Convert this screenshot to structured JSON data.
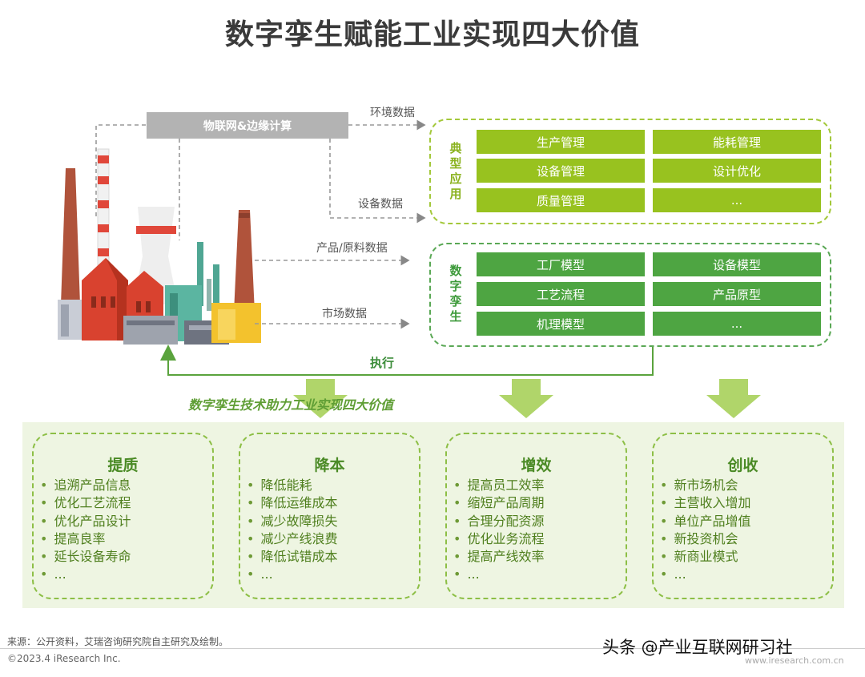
{
  "title": "数字孪生赋能工业实现四大价值",
  "iot_bar": "物联网&边缘计算",
  "flows": {
    "env_data": "环境数据",
    "device_data": "设备数据",
    "product_data": "产品/原料数据",
    "market_data": "市场数据",
    "execute": "执行"
  },
  "typical_apps": {
    "label": "典型应用",
    "cells": [
      "生产管理",
      "能耗管理",
      "设备管理",
      "设计优化",
      "质量管理",
      "..."
    ]
  },
  "digital_twin": {
    "label": "数字孪生",
    "cells": [
      "工厂模型",
      "设备模型",
      "工艺流程",
      "产品原型",
      "机理模型",
      "..."
    ]
  },
  "tech_label": "数字孪生技术助力工业实现四大价值",
  "values": [
    {
      "title": "提质",
      "items": [
        "追溯产品信息",
        "优化工艺流程",
        "优化产品设计",
        "提高良率",
        "延长设备寿命",
        "..."
      ]
    },
    {
      "title": "降本",
      "items": [
        "降低能耗",
        "降低运维成本",
        "减少故障损失",
        "减少产线浪费",
        "降低试错成本",
        "..."
      ]
    },
    {
      "title": "增效",
      "items": [
        "提高员工效率",
        "缩短产品周期",
        "合理分配资源",
        "优化业务流程",
        "提高产线效率",
        "..."
      ]
    },
    {
      "title": "创收",
      "items": [
        "新市场机会",
        "主营收入增加",
        "单位产品增值",
        "新投资机会",
        "新商业模式",
        "..."
      ]
    }
  ],
  "footer": {
    "source": "来源：公开资料，艾瑞咨询研究院自主研究及绘制。",
    "copyright": "©2023.4 iResearch Inc.",
    "watermark": "头条 @产业互联网研习社",
    "url": "www.iresearch.com.cn"
  }
}
